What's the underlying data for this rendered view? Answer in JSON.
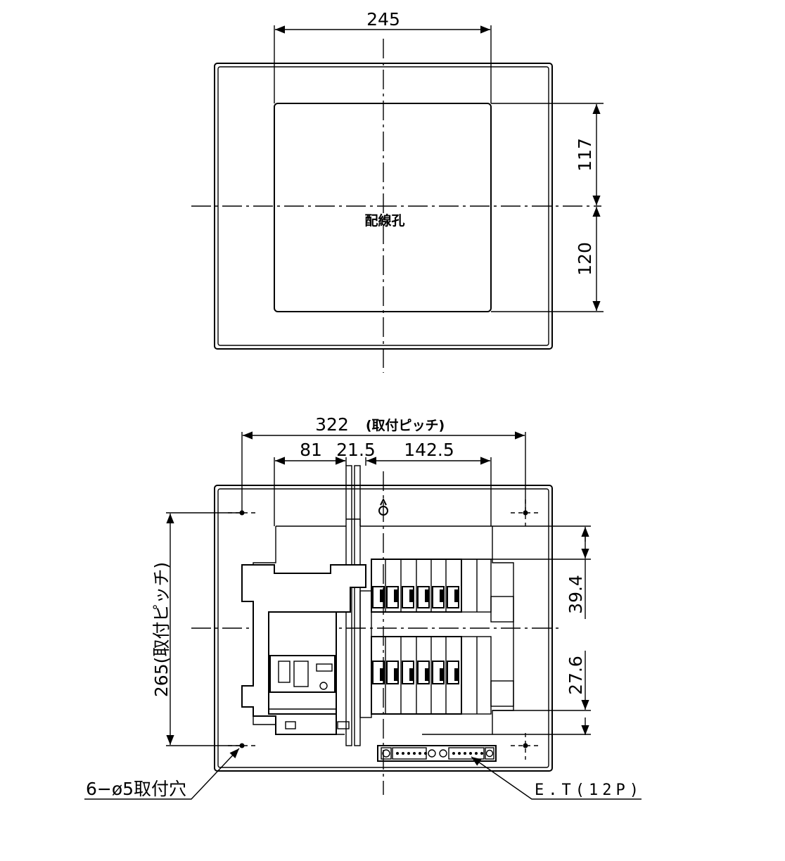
{
  "top_view": {
    "width_dim": "245",
    "upper_dim": "117",
    "lower_dim": "120",
    "hole_label": "配線孔"
  },
  "front_view": {
    "pitch_dim": "322",
    "pitch_note": "(取付ピッチ)",
    "left_dim": "81",
    "mid_dim": "21.5",
    "right_dim": "142.5",
    "vertical_pitch": "265(取付ピッチ)",
    "upper_gap": "39.4",
    "lower_gap": "27.6",
    "mounting_holes": "6−ø5取付穴",
    "terminal": "E.T(12P)"
  }
}
